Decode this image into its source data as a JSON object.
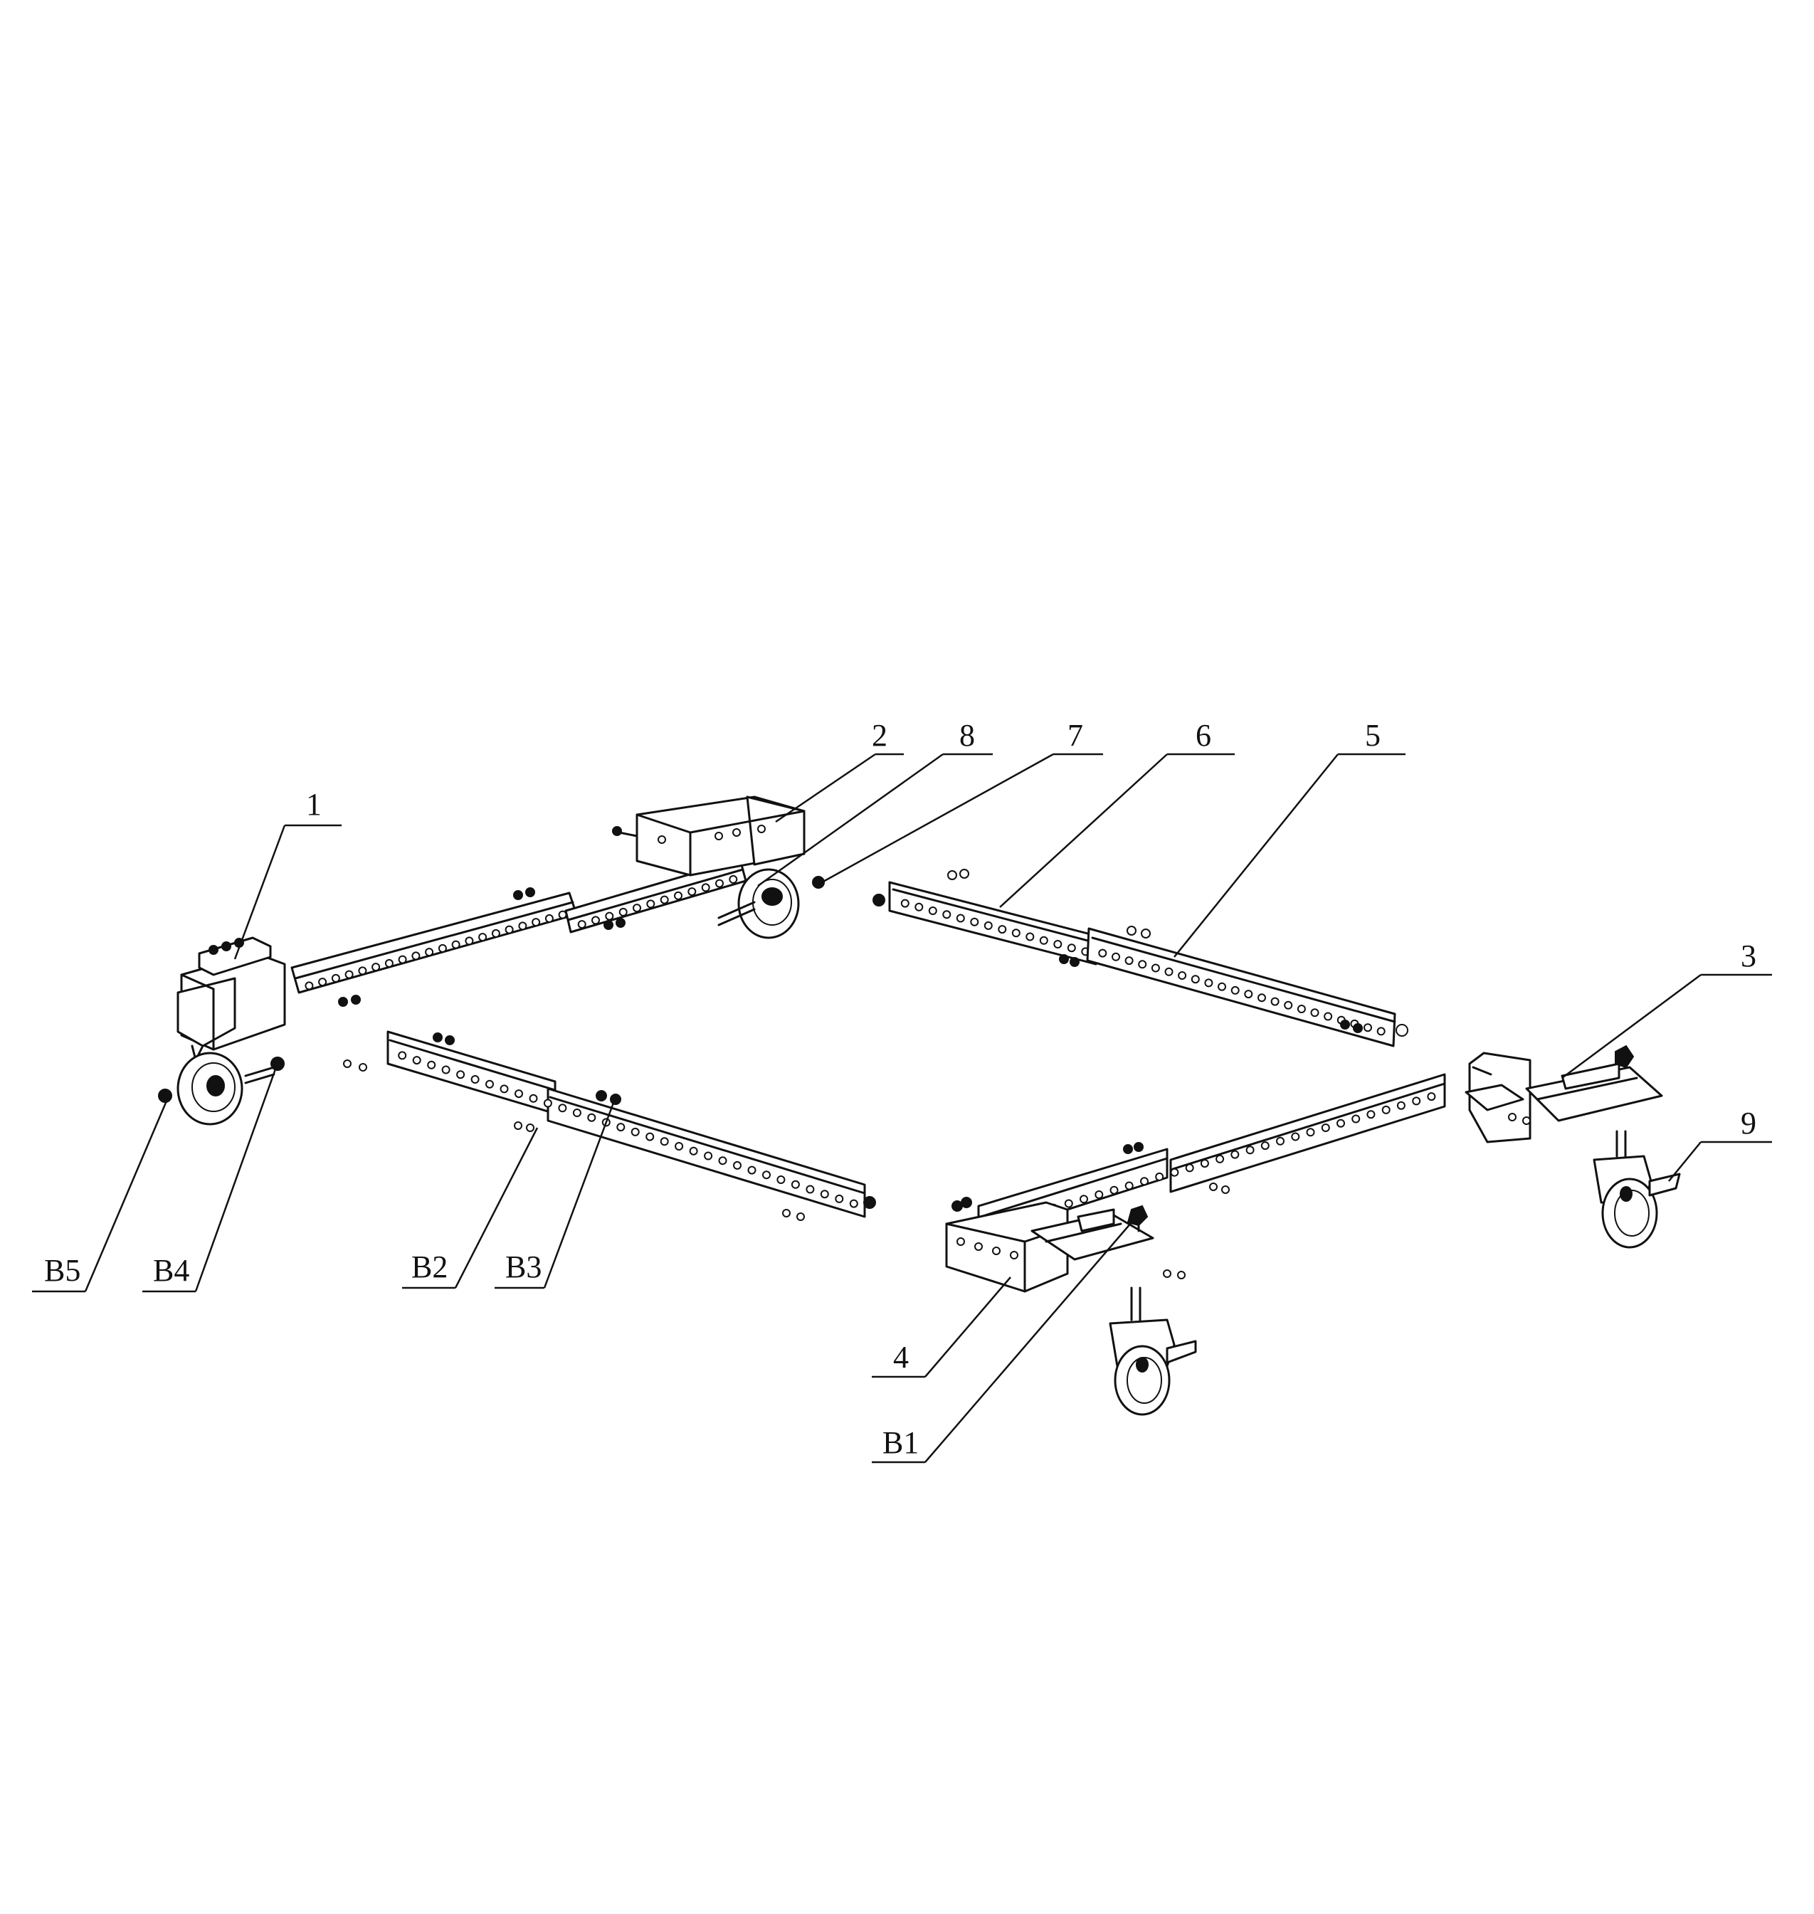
{
  "callouts": {
    "c1": "1",
    "c2": "2",
    "c3": "3",
    "c4": "4",
    "c5": "5",
    "c6": "6",
    "c7": "7",
    "c8": "8",
    "c9": "9",
    "b1": "B1",
    "b2": "B2",
    "b3": "B3",
    "b4": "B4",
    "b5": "B5"
  }
}
